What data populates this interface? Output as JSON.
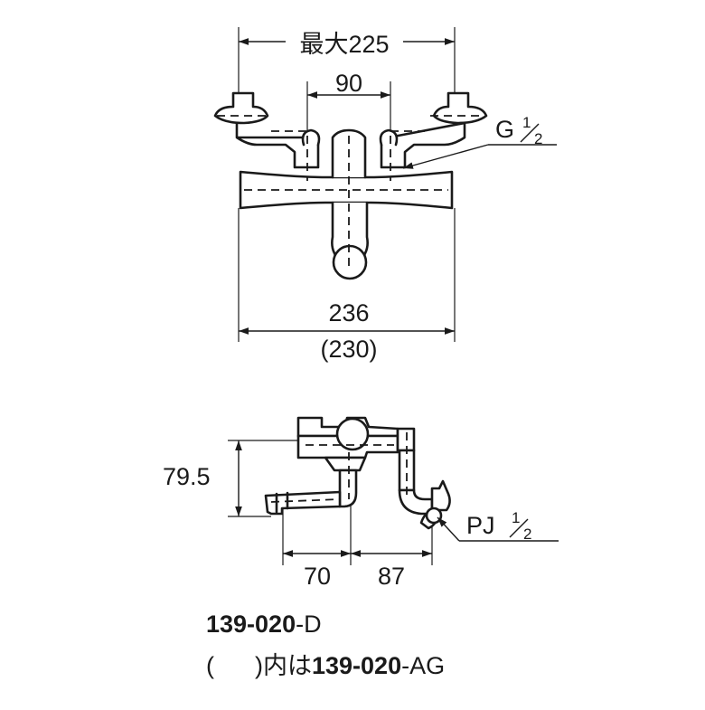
{
  "top_view": {
    "dim_overall_max": "最大225",
    "dim_center": "90",
    "thread_label": "G",
    "thread_fraction_num": "1",
    "thread_fraction_den": "2",
    "dim_body_width": "236",
    "dim_body_width_alt": "(230)"
  },
  "side_view": {
    "dim_height": "79.5",
    "dim_spout": "70",
    "dim_offset": "87",
    "pipe_label": "PJ",
    "pipe_fraction_num": "1",
    "pipe_fraction_den": "2"
  },
  "caption": {
    "model_bold": "139-020",
    "model_suffix": "-D",
    "note_paren": "(      )内は",
    "alt_model_bold": "139-020",
    "alt_model_suffix": "-AG"
  }
}
